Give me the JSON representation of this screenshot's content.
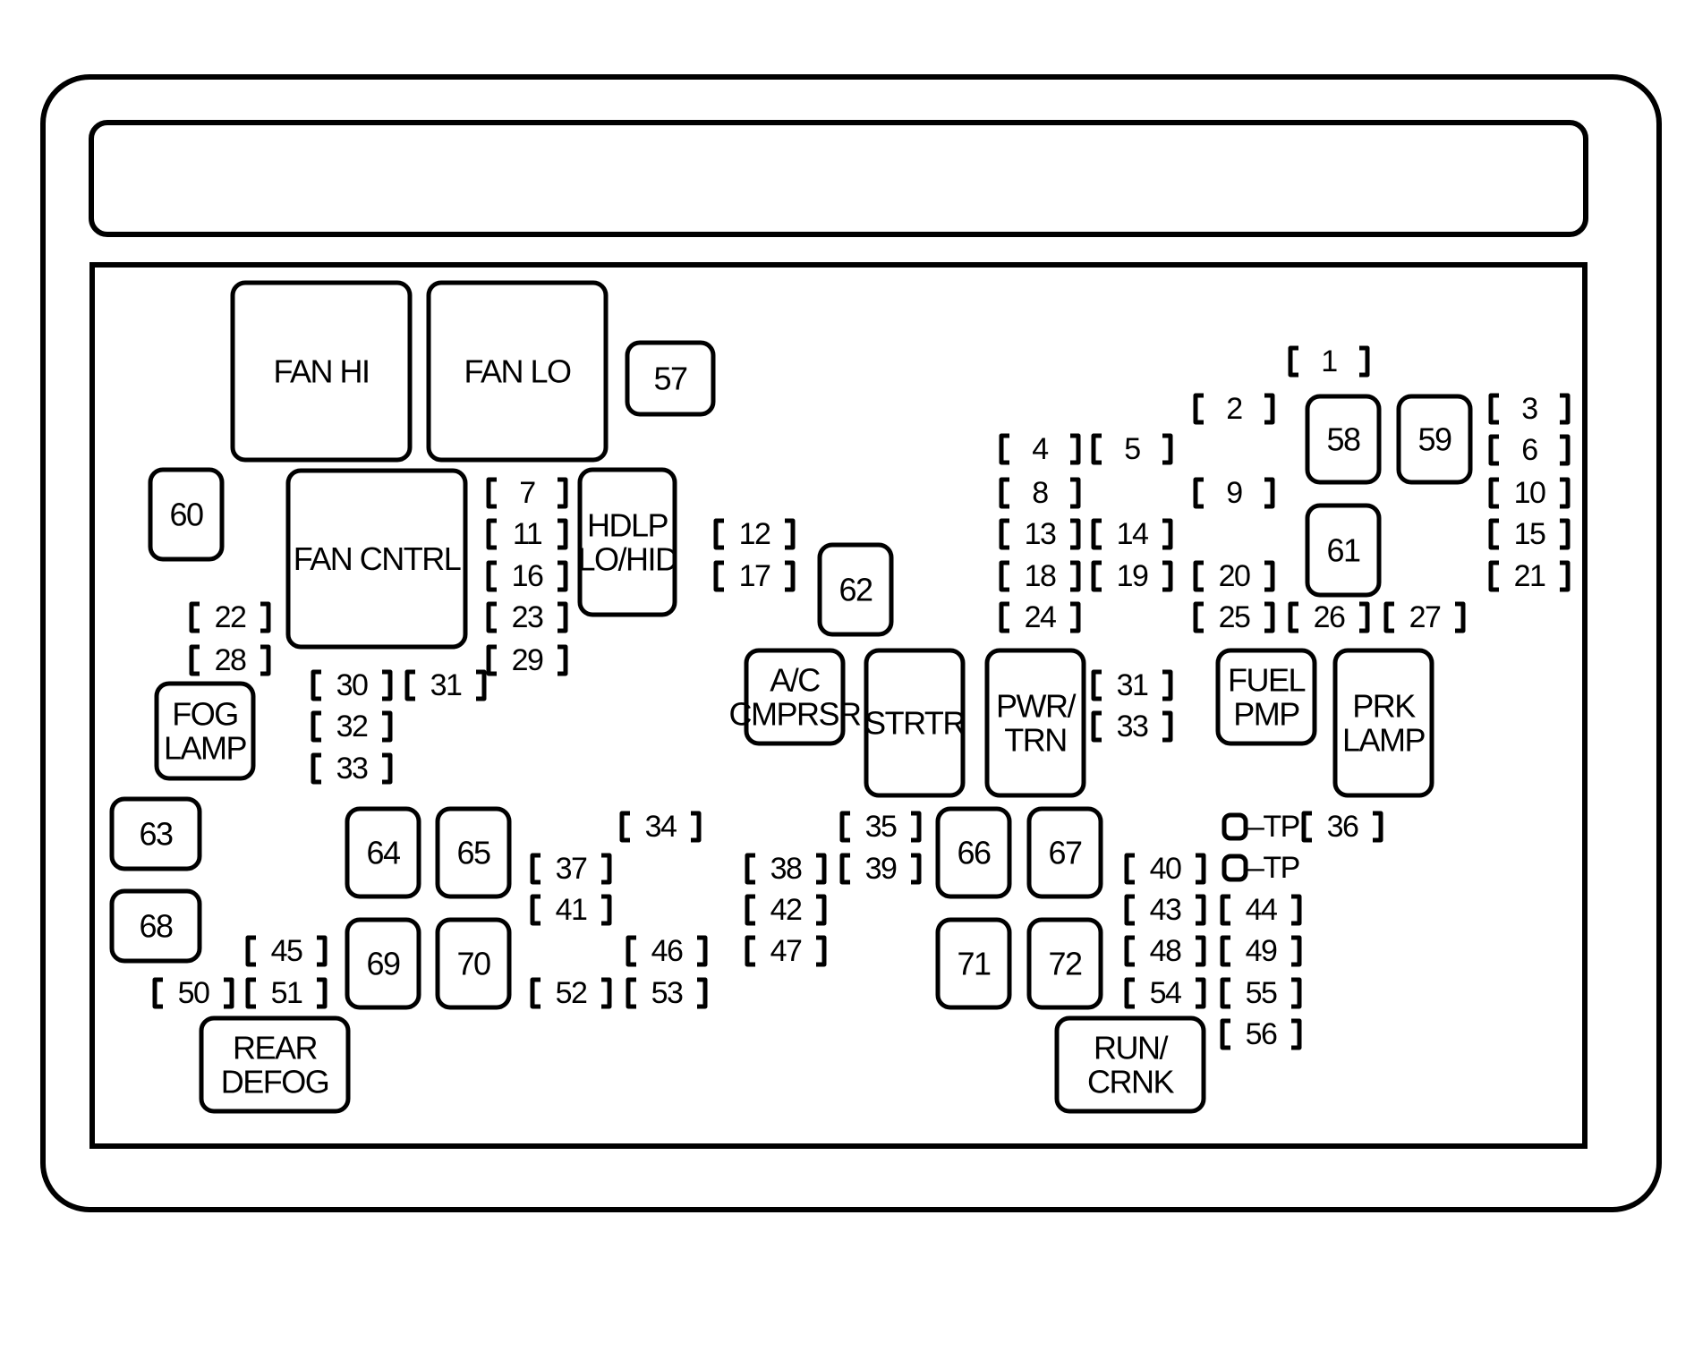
{
  "relays": {
    "fan_hi": [
      "FAN HI"
    ],
    "fan_lo": [
      "FAN LO"
    ],
    "fan_cntrl": [
      "FAN CNTRL"
    ],
    "hdlp": [
      "HDLP",
      "LO/HID"
    ],
    "fog_lamp": [
      "FOG",
      "LAMP"
    ],
    "ac_cmprsr": [
      "A/C",
      "CMPRSR"
    ],
    "strtr": [
      "STRTR"
    ],
    "pwr_trn": [
      "PWR/",
      "TRN"
    ],
    "fuel_pmp": [
      "FUEL",
      "PMP"
    ],
    "prk_lamp": [
      "PRK",
      "LAMP"
    ],
    "rear_defog": [
      "REAR",
      "DEFOG"
    ],
    "run_crnk": [
      "RUN/",
      "CRNK"
    ]
  },
  "maxi_fuses": {
    "f57": "57",
    "f58": "58",
    "f59": "59",
    "f60": "60",
    "f61": "61",
    "f62": "62",
    "f63": "63",
    "f64": "64",
    "f65": "65",
    "f66": "66",
    "f67": "67",
    "f68": "68",
    "f69": "69",
    "f70": "70",
    "f71": "71",
    "f72": "72"
  },
  "mini_fuses": {
    "f1": "1",
    "f2": "2",
    "f3": "3",
    "f4": "4",
    "f5": "5",
    "f6": "6",
    "f7": "7",
    "f8": "8",
    "f9": "9",
    "f10": "10",
    "f11": "11",
    "f12": "12",
    "f13": "13",
    "f14": "14",
    "f15": "15",
    "f16": "16",
    "f17": "17",
    "f18": "18",
    "f19": "19",
    "f20": "20",
    "f21": "21",
    "f22": "22",
    "f23": "23",
    "f24": "24",
    "f25": "25",
    "f26": "26",
    "f27": "27",
    "f28": "28",
    "f29": "29",
    "f30": "30",
    "f31a": "31",
    "f31b": "31",
    "f32": "32",
    "f33a": "33",
    "f33b": "33",
    "f34": "34",
    "f35": "35",
    "f36": "36",
    "f37": "37",
    "f38": "38",
    "f39": "39",
    "f40": "40",
    "f41": "41",
    "f42": "42",
    "f43": "43",
    "f44": "44",
    "f45": "45",
    "f46": "46",
    "f47": "47",
    "f48": "48",
    "f49": "49",
    "f50": "50",
    "f51": "51",
    "f52": "52",
    "f53": "53",
    "f54": "54",
    "f55": "55",
    "f56": "56"
  },
  "test_points": {
    "tp1": "–TP",
    "tp2": "–TP"
  }
}
